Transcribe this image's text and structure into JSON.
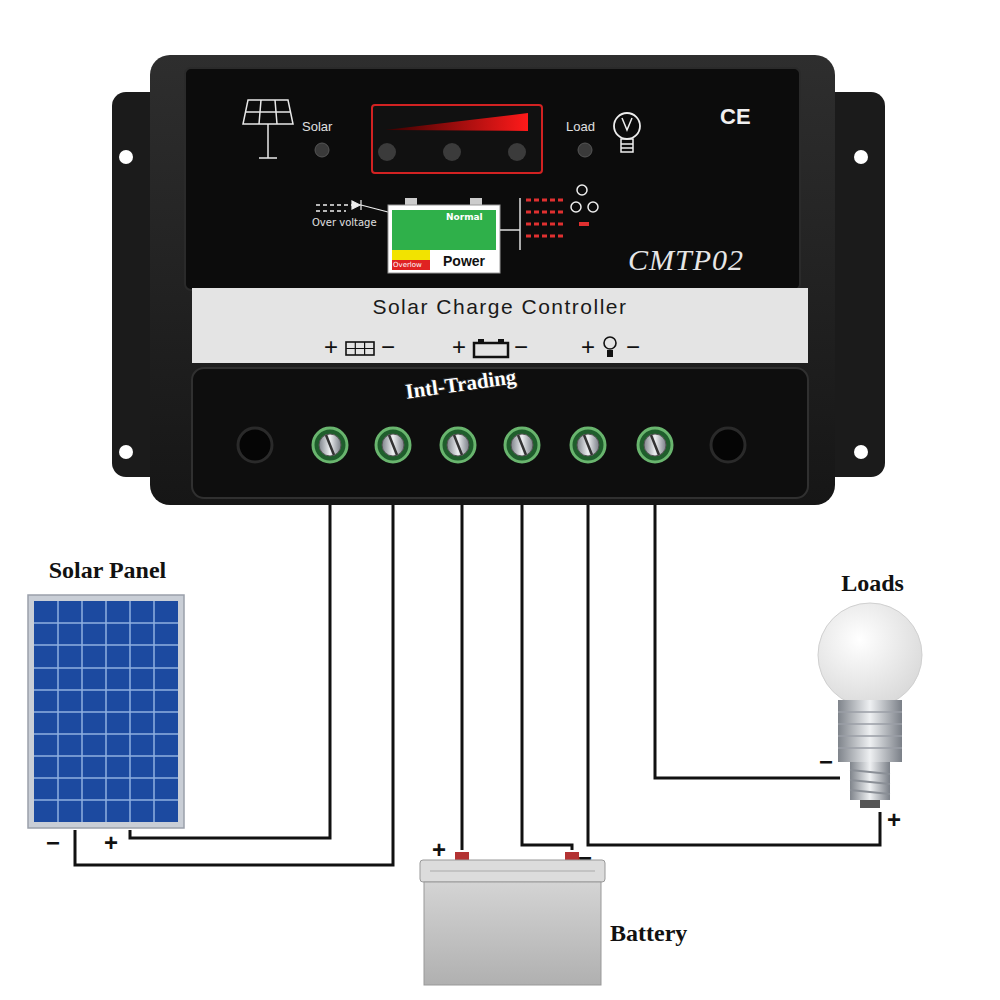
{
  "diagram": {
    "nodes": [
      {
        "text": [
          "CMTP02"
        ]
      },
      {
        "text": [
          "Solar Charge Controller"
        ],
        "in": 0
      },
      {
        "text": [
          "Normal",
          "Overlow",
          "Power"
        ],
        "in": 0
      },
      {
        "text": [
          "Solar Panel"
        ]
      },
      {
        "text": [
          "Battery"
        ]
      },
      {
        "text": [
          "Loads"
        ]
      }
    ],
    "edges": [
      {
        "from": 3,
        "to": 0,
        "arrow": "none"
      },
      {
        "from": 3,
        "to": 0,
        "arrow": "none"
      },
      {
        "from": 4,
        "to": 0,
        "arrow": "none"
      },
      {
        "from": 4,
        "to": 0,
        "arrow": "none"
      },
      {
        "from": 5,
        "to": 0,
        "arrow": "none"
      },
      {
        "from": 5,
        "to": 0,
        "arrow": "none"
      }
    ],
    "labels": [
      "Solar",
      "Load",
      "CE",
      "Over voltage",
      "+",
      "−",
      "+",
      "−",
      "+",
      "−",
      "Intl-Trading",
      "−",
      "+",
      "+",
      "−",
      "−",
      "+"
    ]
  }
}
